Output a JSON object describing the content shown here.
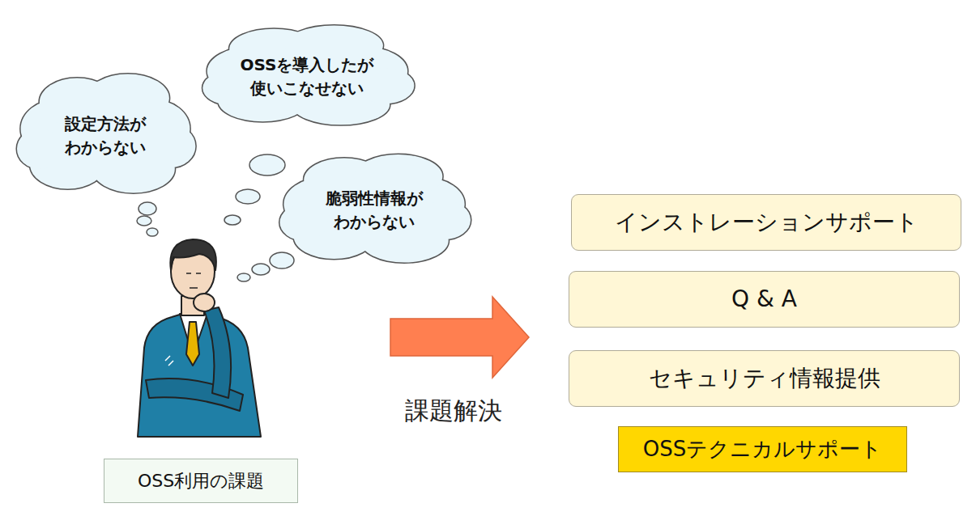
{
  "diagram": {
    "nodes": [
      {
        "text": [
          "OSSを導入したが 使いこなせない"
        ]
      },
      {
        "text": [
          "設定方法が わからない"
        ]
      },
      {
        "text": [
          "脆弱性情報が わからない"
        ]
      },
      {
        "text": [
          "OSS利用の課題"
        ]
      },
      {
        "text": [
          "インストレーションサポート"
        ]
      },
      {
        "text": [
          "Q & A"
        ]
      },
      {
        "text": [
          "セキュリティ情報提供"
        ]
      },
      {
        "text": [
          "OSSテクニカルサポート"
        ]
      }
    ],
    "labels": [
      "課題解決"
    ]
  }
}
